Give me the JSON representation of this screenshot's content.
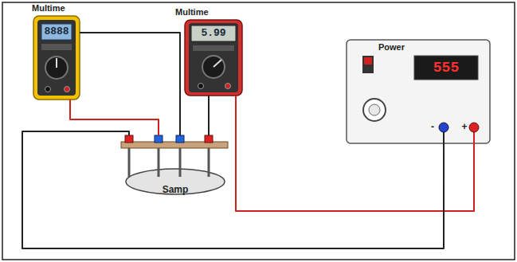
{
  "diagram": {
    "nodes": [
      {
        "text": [
          "Multime",
          "8888"
        ]
      },
      {
        "text": [
          "Multime",
          "5.99"
        ]
      },
      {
        "text": [
          "Power",
          "555",
          "-",
          "+"
        ]
      },
      {
        "text": [
          "Samp"
        ]
      }
    ],
    "edges": [
      {
        "from": 0,
        "to": 3,
        "arrow": "none"
      },
      {
        "from": 0,
        "to": 3,
        "arrow": "none"
      },
      {
        "from": 1,
        "to": 3,
        "arrow": "none"
      },
      {
        "from": 1,
        "to": 2,
        "arrow": "none"
      },
      {
        "from": 2,
        "to": 3,
        "arrow": "none"
      }
    ]
  }
}
